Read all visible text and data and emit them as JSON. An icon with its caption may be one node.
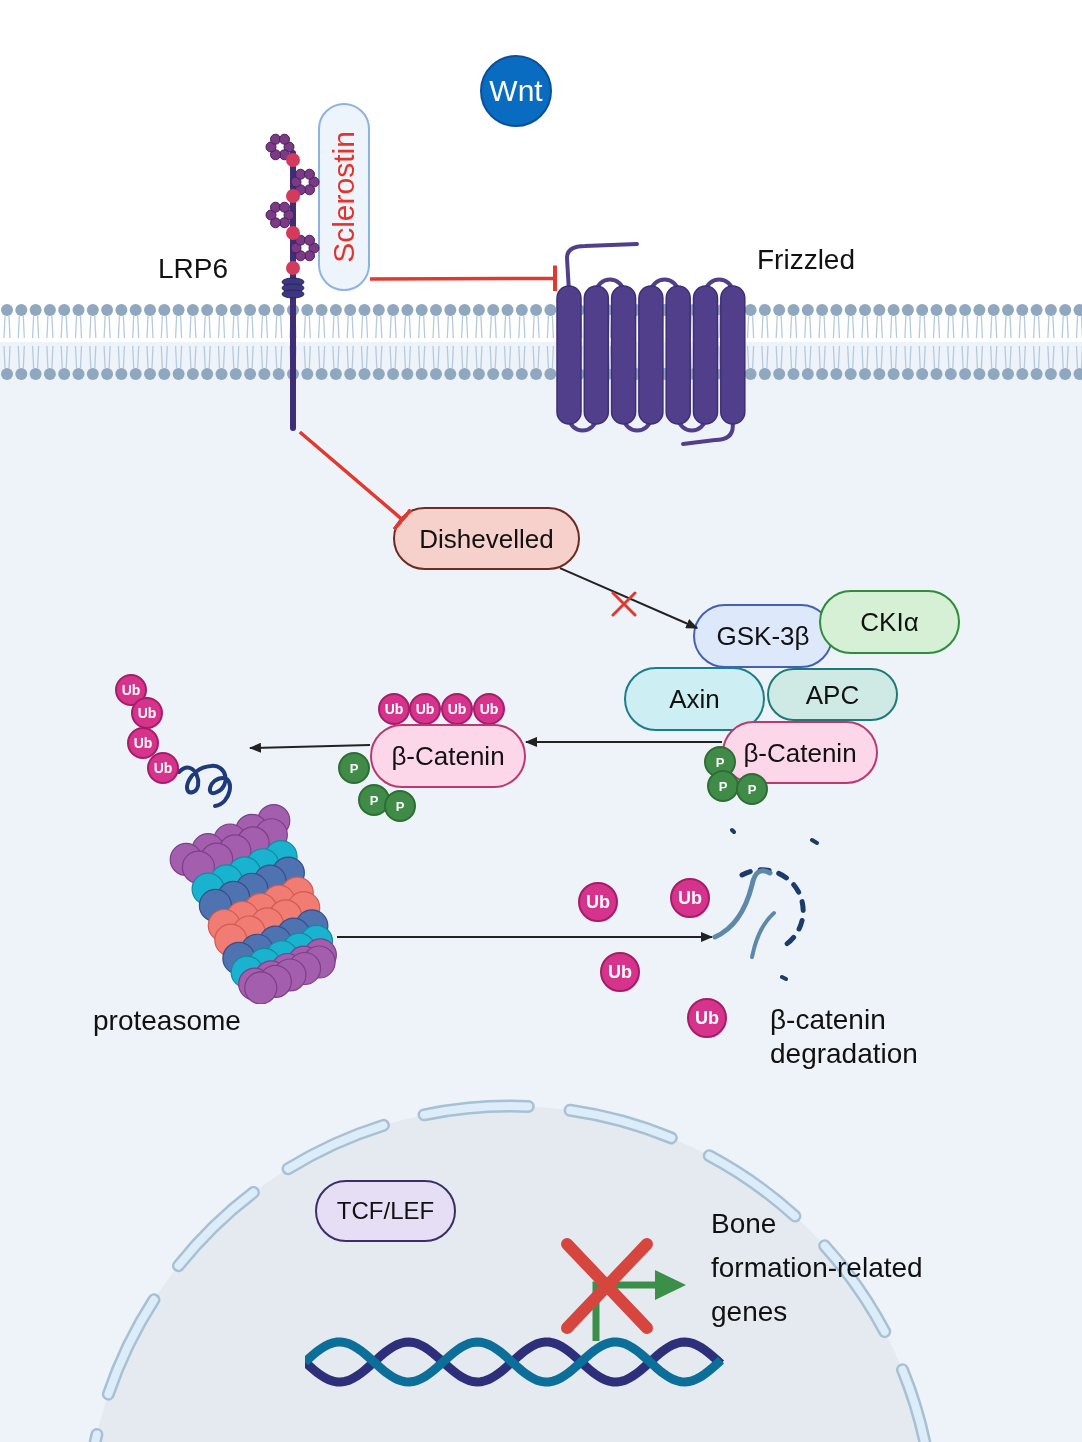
{
  "diagram": {
    "nodes": [
      {
        "text": [
          "Wnt"
        ]
      },
      {
        "text": [
          "Sclerostin"
        ]
      },
      {
        "text": [],
        "shape": "picture",
        "beside": [
          "LRP6"
        ]
      },
      {
        "text": [],
        "shape": "picture",
        "beside": [
          "Frizzled"
        ]
      },
      {
        "text": [
          "Dishevelled"
        ]
      },
      {
        "text": [
          "GSK-3β"
        ]
      },
      {
        "text": [
          "CKIα"
        ]
      },
      {
        "text": [
          "Axin"
        ]
      },
      {
        "text": [
          "APC"
        ]
      },
      {
        "text": [
          "β-Catenin"
        ]
      },
      {
        "text": [
          "P"
        ]
      },
      {
        "text": [
          "P"
        ]
      },
      {
        "text": [
          "P"
        ]
      },
      {
        "text": [
          "Ub"
        ]
      },
      {
        "text": [
          "Ub"
        ]
      },
      {
        "text": [
          "Ub"
        ]
      },
      {
        "text": [
          "Ub"
        ]
      },
      {
        "text": [
          "Ub"
        ]
      },
      {
        "text": [
          "Ub"
        ]
      },
      {
        "text": [
          "Ub"
        ]
      },
      {
        "text": [
          "Ub"
        ]
      },
      {
        "text": [
          "β-Catenin"
        ]
      },
      {
        "text": [
          "P"
        ]
      },
      {
        "text": [
          "P"
        ]
      },
      {
        "text": [
          "P"
        ]
      },
      {
        "text": [],
        "shape": "picture",
        "beside": [
          "proteasome"
        ]
      },
      {
        "text": [
          "Ub"
        ]
      },
      {
        "text": [
          "Ub"
        ]
      },
      {
        "text": [
          "Ub"
        ]
      },
      {
        "text": [
          "Ub"
        ]
      },
      {
        "text": [],
        "shape": "picture",
        "beside": [
          "β-catenin degradation"
        ]
      },
      {
        "text": [
          "TCF/LEF"
        ]
      }
    ],
    "edges": [
      {
        "from": 1,
        "to": 3,
        "arrow": "other",
        "color": "#e0392f"
      },
      {
        "from": 2,
        "to": 4,
        "arrow": "other",
        "color": "#e0392f"
      },
      {
        "from": 4,
        "to": 5,
        "arrow": "to"
      },
      {
        "from": 9,
        "to": 21,
        "arrow": "to"
      },
      {
        "from": 21,
        "to": 25,
        "arrow": "to"
      },
      {
        "from": 25,
        "to": 30,
        "arrow": "to"
      }
    ],
    "labels": [
      "Bone formation-related genes"
    ]
  }
}
